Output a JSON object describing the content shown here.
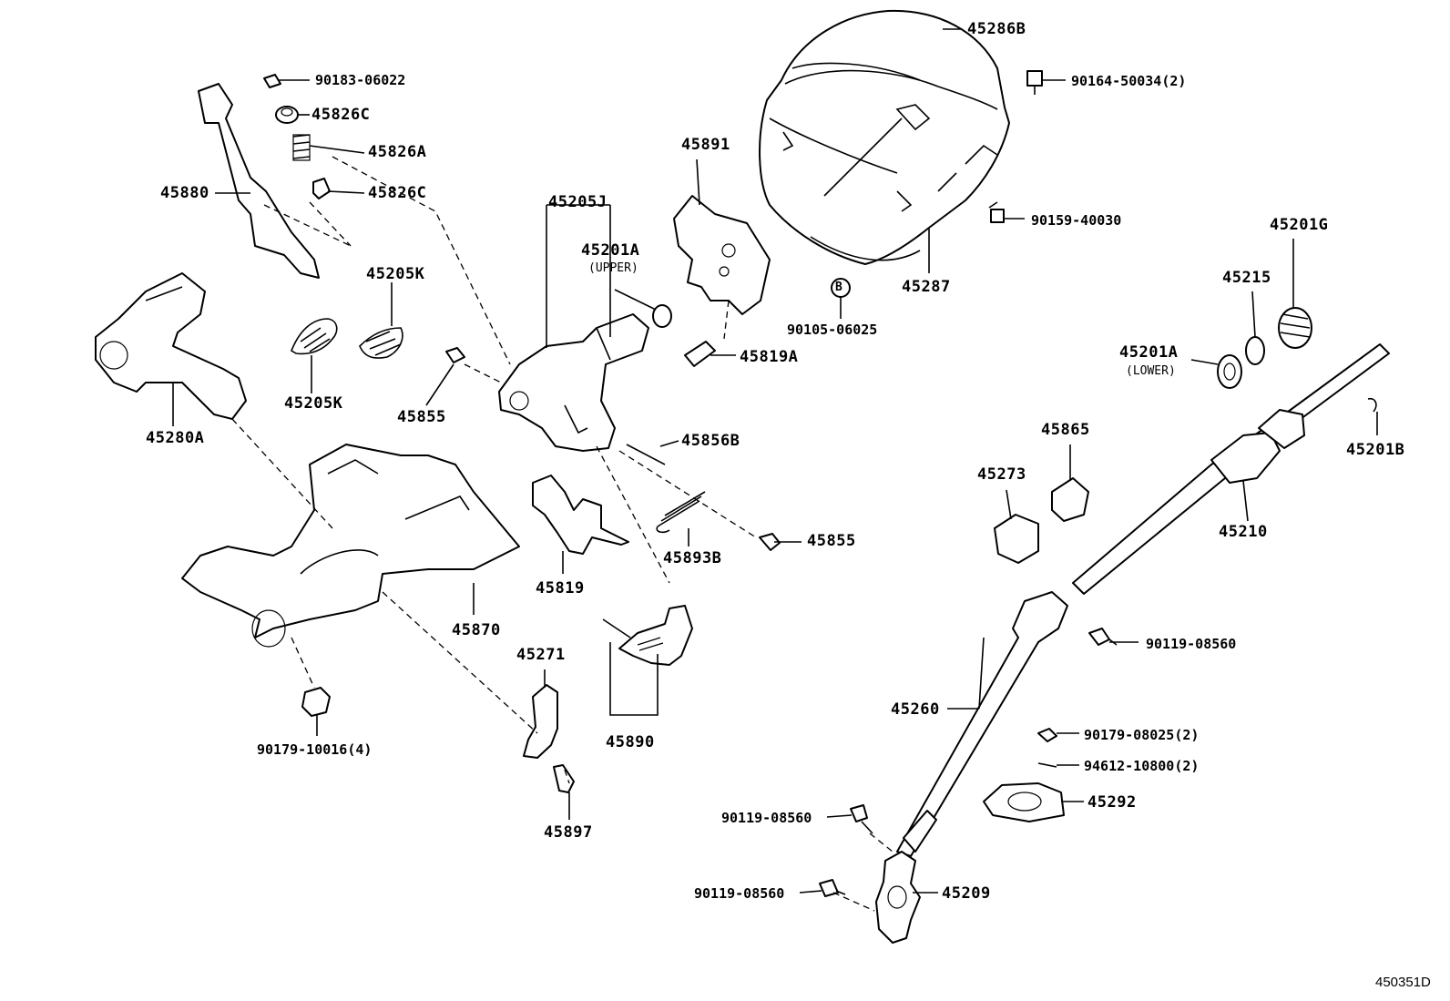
{
  "diagram": {
    "figure_id": "450351D",
    "labels": {
      "p90183_06022": "90183-06022",
      "p45826C_top": "45826C",
      "p45826A": "45826A",
      "p45826C_mid": "45826C",
      "p45880": "45880",
      "p45205K_top": "45205K",
      "p45205K_bot": "45205K",
      "p45280A": "45280A",
      "p45855_left": "45855",
      "p45205J": "45205J",
      "p45201A_upper": "45201A",
      "upper_note": "(UPPER)",
      "p45891": "45891",
      "p45819A": "45819A",
      "p45856B": "45856B",
      "p45893B": "45893B",
      "p45855_right": "45855",
      "p45819": "45819",
      "p45870": "45870",
      "p45271": "45271",
      "p45890": "45890",
      "p45897": "45897",
      "p90179_10016": "90179-10016(4)",
      "p45286B": "45286B",
      "p90164_50034": "90164-50034(2)",
      "p90159_40030": "90159-40030",
      "p45287": "45287",
      "p90105_06025": "90105-06025",
      "circle_b": "B",
      "p45201G": "45201G",
      "p45215": "45215",
      "p45201A_lower": "45201A",
      "lower_note": "(LOWER)",
      "p45201B": "45201B",
      "p45865": "45865",
      "p45273": "45273",
      "p45210": "45210",
      "p90119_08560_a": "90119-08560",
      "p45260": "45260",
      "p90179_08025": "90179-08025(2)",
      "p94612_10800": "94612-10800(2)",
      "p45292": "45292",
      "p90119_08560_b": "90119-08560",
      "p90119_08560_c": "90119-08560",
      "p45209": "45209"
    }
  }
}
